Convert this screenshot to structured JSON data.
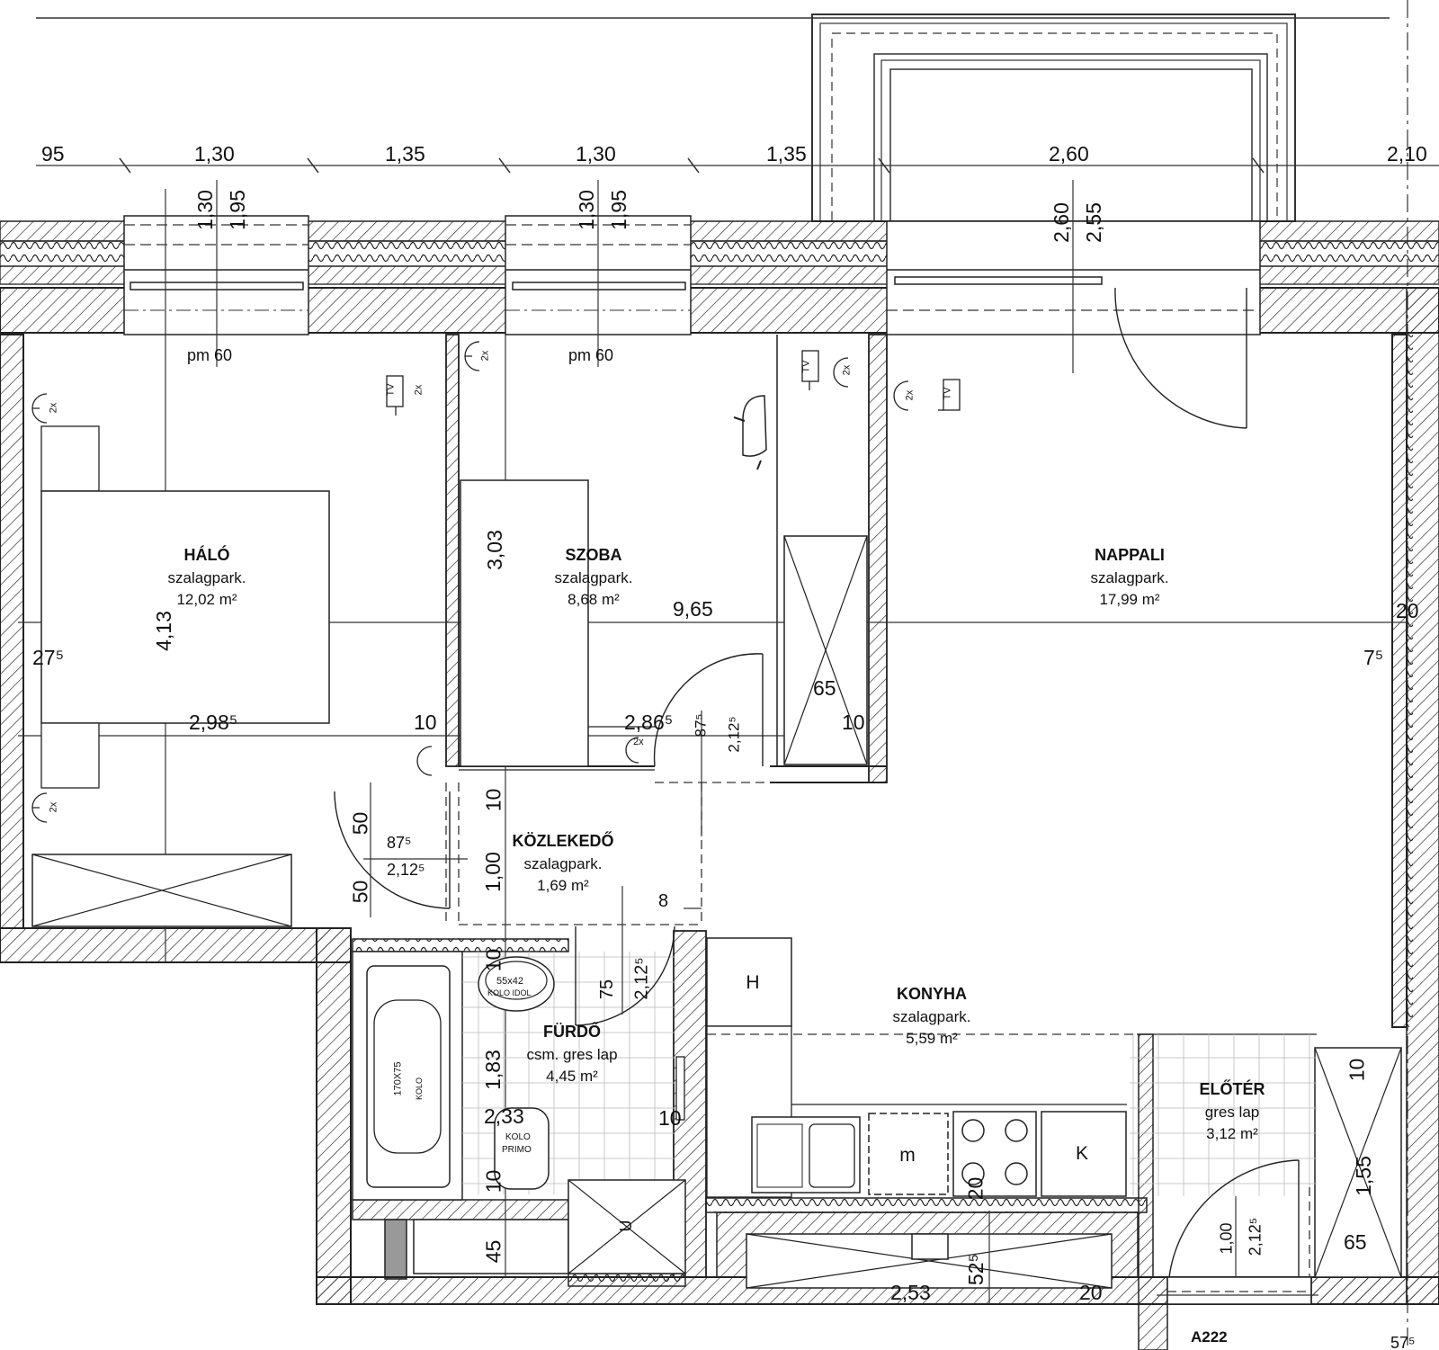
{
  "top_dimensions": [
    "95",
    "1,30",
    "1,35",
    "1,30",
    "1,35",
    "2,60",
    "2,10"
  ],
  "window_dims": {
    "w1_a": "1,30",
    "w1_b": "1,95",
    "w2_a": "1,30",
    "w2_b": "1,95",
    "door_a": "2,60",
    "door_b": "2,55",
    "pm1": "pm  60",
    "pm2": "pm  60"
  },
  "rooms": [
    {
      "name": "HÁLÓ",
      "floor": "szalagpark.",
      "area": "12,02 m²"
    },
    {
      "name": "SZOBA",
      "floor": "szalagpark.",
      "area": "8,68 m²"
    },
    {
      "name": "NAPPALI",
      "floor": "szalagpark.",
      "area": "17,99 m²"
    },
    {
      "name": "KÖZLEKEDŐ",
      "floor": "szalagpark.",
      "area": "1,69 m²"
    },
    {
      "name": "KONYHA",
      "floor": "szalagpark.",
      "area": "5,59 m²"
    },
    {
      "name": "FÜRDŐ",
      "floor": "csm. gres lap",
      "area": "4,45 m²"
    },
    {
      "name": "ELŐTÉR",
      "floor": "gres lap",
      "area": "3,12 m²"
    }
  ],
  "inner_dimensions": {
    "total_width": "9,65",
    "halo_depth": "4,13",
    "szoba_depth": "3,03",
    "halo_width": "2,98⁵",
    "szoba_width": "2,86⁵",
    "left_wall": "27⁵",
    "right_wall": "7⁵",
    "right_20": "20",
    "d10a": "10",
    "d10b": "10",
    "d10c": "10",
    "d10d": "10",
    "d10e": "10",
    "d10f": "10",
    "d65a": "65",
    "d65b": "65",
    "d50a": "50",
    "d50b": "50",
    "door_875a": "87⁵",
    "door_2125a": "2,12⁵",
    "door_875b": "87⁵",
    "door_2125b": "2,12⁵",
    "door_75": "75",
    "door_2125c": "2,12⁵",
    "kozl_100": "1,00",
    "d8": "8",
    "bath_183": "1,83",
    "bath_233": "2,33",
    "bath_45": "45",
    "bath_10": "10",
    "kitchen_20": "20",
    "kitchen_253": "2,53",
    "kitchen_525": "52⁵",
    "kitchen_20b": "20",
    "eloter_155": "1,55",
    "eloter_100": "1,00",
    "eloter_2125": "2,12⁵",
    "corner": "57⁵"
  },
  "fixtures": {
    "tv": "TV",
    "socket": "2x",
    "washbasin": "55x42",
    "washbasin_brand": "KOLO IDOL",
    "bathtub": "170X75",
    "bathtub_brand": "KOLO",
    "wc_brand": "KOLO",
    "wc_model": "PRIMO",
    "fridge": "H",
    "micro": "m",
    "k": "K",
    "heater": "U"
  },
  "unit_label": "A222"
}
